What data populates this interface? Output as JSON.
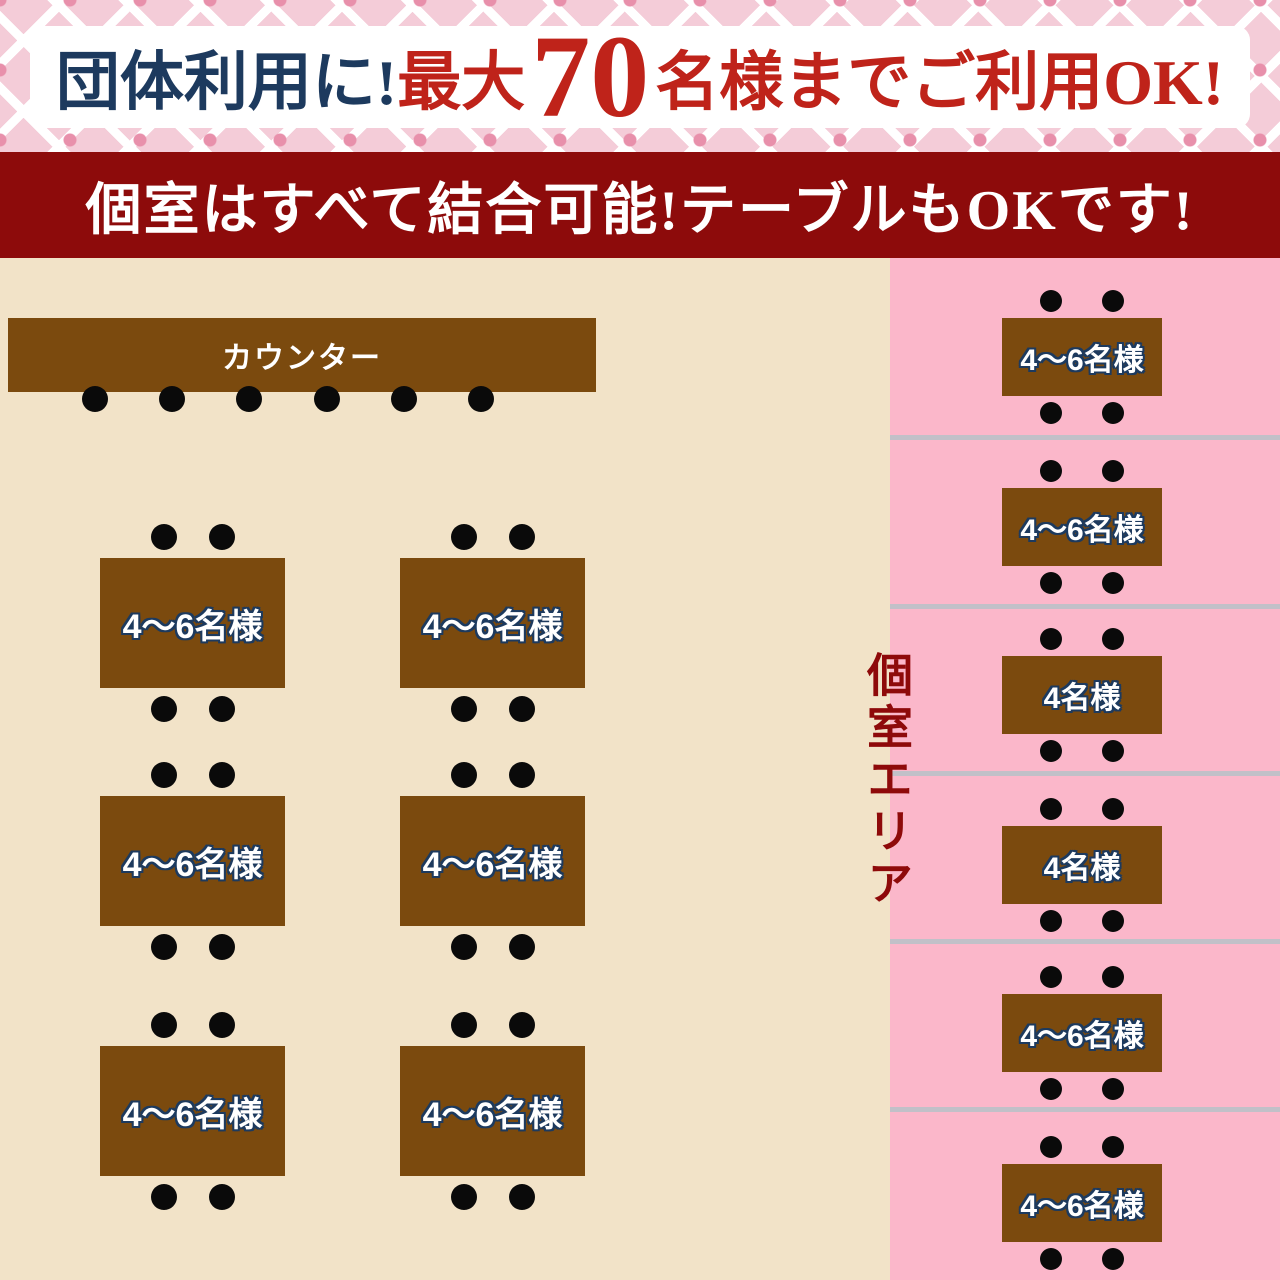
{
  "header": {
    "title_part1": "団体利用に!",
    "title_part2": "最大",
    "title_number": "70",
    "title_part3": "名様までご利用OK!"
  },
  "sub_banner": {
    "text": "個室はすべて結合可能!テーブルもOKです!"
  },
  "hall": {
    "counter_label": "カウンター",
    "tables": [
      {
        "label": "4〜6名様"
      },
      {
        "label": "4〜6名様"
      },
      {
        "label": "4〜6名様"
      },
      {
        "label": "4〜6名様"
      },
      {
        "label": "4〜6名様"
      },
      {
        "label": "4〜6名様"
      }
    ]
  },
  "private_area": {
    "label": "個室エリア",
    "rooms": [
      {
        "label": "4〜6名様"
      },
      {
        "label": "4〜6名様"
      },
      {
        "label": "4名様"
      },
      {
        "label": "4名様"
      },
      {
        "label": "4〜6名様"
      },
      {
        "label": "4〜6名様"
      }
    ]
  },
  "colors": {
    "banner_navy": "#1d3a5e",
    "banner_red": "#bf231a",
    "sub_banner_bg": "#8d0b0b",
    "hall_bg": "#f2e3c8",
    "private_bg": "#fbb7ca",
    "table_brown": "#7b4a0e",
    "pattern_pink": "#f4ccd8"
  }
}
